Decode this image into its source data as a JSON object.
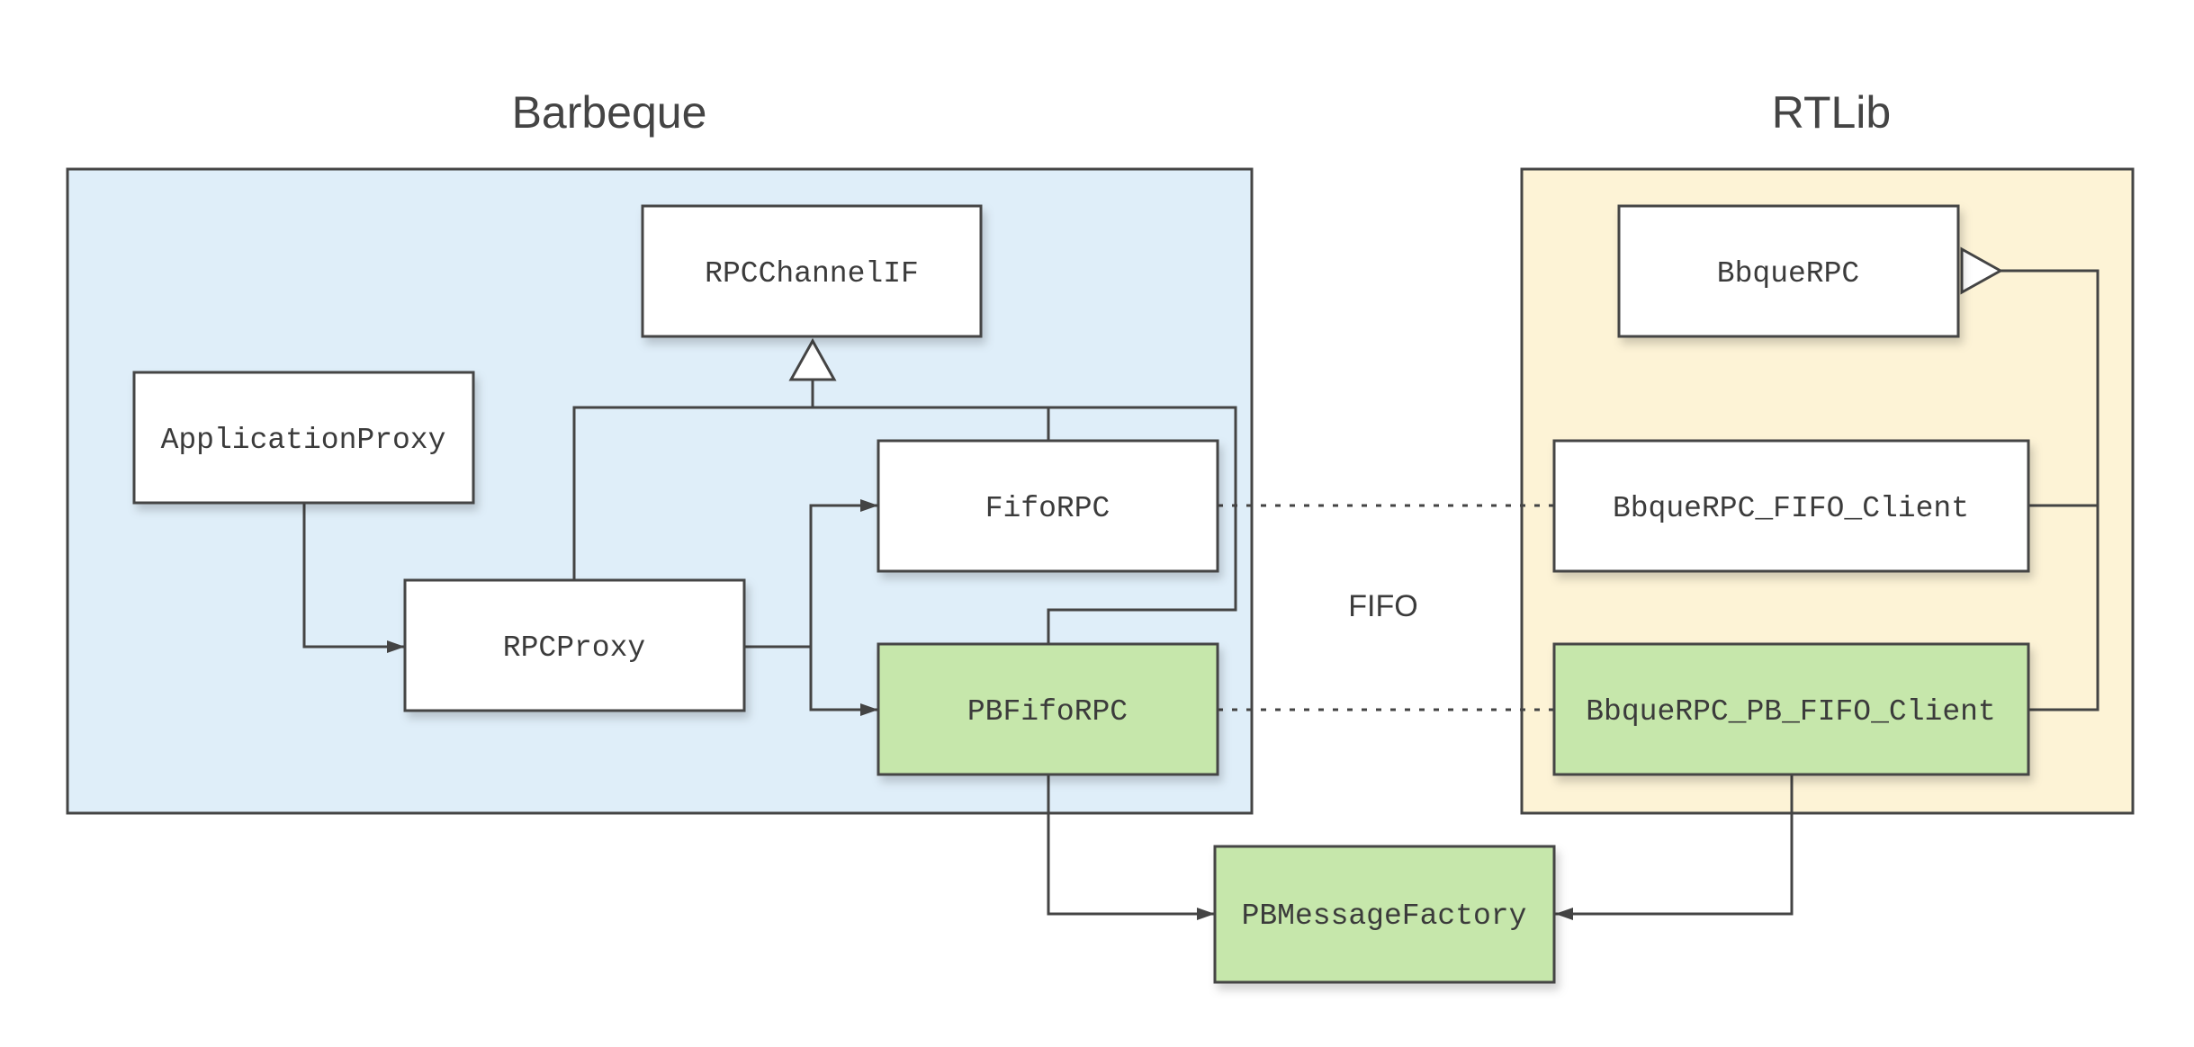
{
  "packages": {
    "barbeque": {
      "title": "Barbeque"
    },
    "rtlib": {
      "title": "RTLib"
    }
  },
  "classes": {
    "rpc_channel_if": "RPCChannelIF",
    "application_proxy": "ApplicationProxy",
    "fifo_rpc": "FifoRPC",
    "rpc_proxy": "RPCProxy",
    "pb_fifo_rpc": "PBFifoRPC",
    "bbque_rpc": "BbqueRPC",
    "bbque_rpc_fifo_client": "BbqueRPC_FIFO_Client",
    "bbque_rpc_pb_fifo_client": "BbqueRPC_PB_FIFO_Client",
    "pb_message_factory": "PBMessageFactory"
  },
  "connector_label": "FIFO",
  "colors": {
    "barbeque_fill": "#dfeef9",
    "rtlib_fill": "#fdf3d6",
    "class_fill": "#ffffff",
    "protobuf_fill": "#c6e7ab",
    "stroke": "#444444"
  }
}
